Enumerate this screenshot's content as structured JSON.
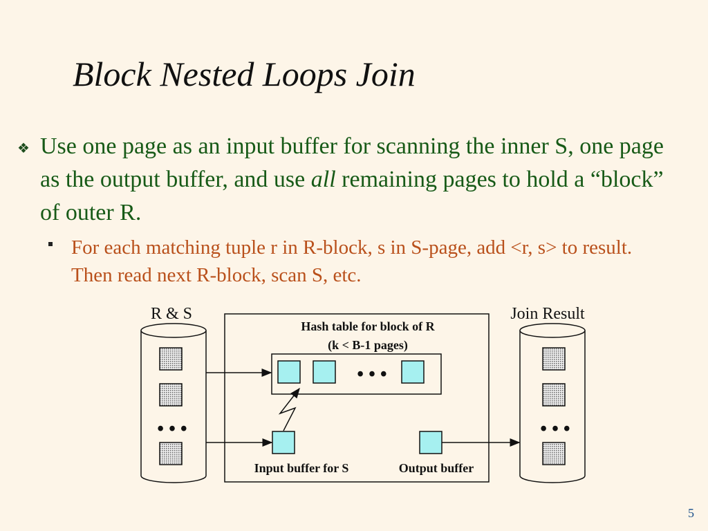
{
  "title": "Block Nested Loops Join",
  "bullets": {
    "main_before": "Use one page as an input buffer for scanning the inner S, one page as the output buffer, and use ",
    "main_emph": "all",
    "main_after": " remaining pages to hold a “block” of outer R.",
    "sub": "For each matching tuple r in R-block, s in S-page, add <r, s> to result.  Then read next R-block, scan S, etc."
  },
  "diagram": {
    "left_label": "R & S",
    "right_label": "Join Result",
    "hash_label_1": "Hash table for block of R",
    "hash_label_2": "(k < B-1 pages)",
    "ellipsis": "• • •",
    "input_label": "Input buffer for S",
    "output_label": "Output buffer",
    "colors": {
      "page_fill": "#a6f0f0",
      "text": "#111111"
    }
  },
  "page_number": "5"
}
